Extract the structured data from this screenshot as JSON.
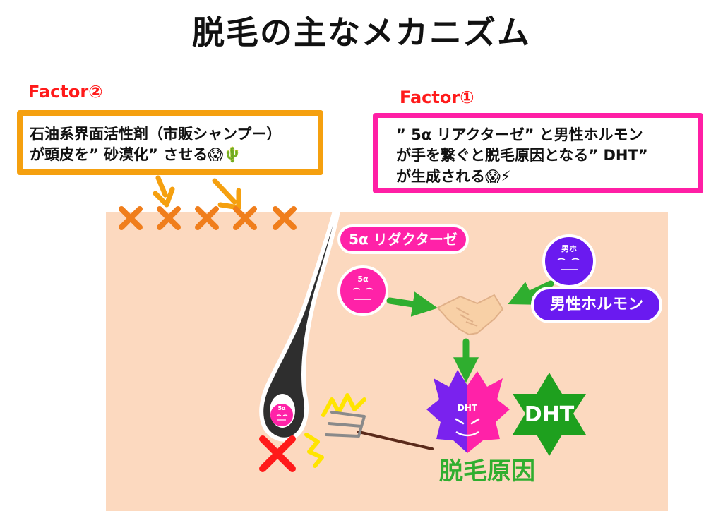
{
  "title": "脱毛の主なメカニズム",
  "factor2": {
    "label": "Factor②",
    "line1": "石油系界面活性剤（市販シャンプー）",
    "line2": "が頭皮を” 砂漠化” させる😱🌵"
  },
  "factor1": {
    "label": "Factor①",
    "line1": "” 5α リアクターゼ” と男性ホルモン",
    "line2": "が手を繋ぐと脱毛原因となる” DHT”",
    "line3": "が生成される😱⚡"
  },
  "enzyme_label": "5α リダクターゼ",
  "enzyme_ball": "5α",
  "hormone_label": "男性ホルモン",
  "hormone_ball": "男ホ",
  "dht_face": "DHT",
  "dht_star": "DHT",
  "follicle_ball": "5α",
  "result_label": "脱毛原因",
  "colors": {
    "orange": "#f5a00f",
    "pink": "#ff1fa5",
    "purple": "#6a1af0",
    "green": "#2fae2f",
    "skin": "#fcd9bf",
    "red": "#ff1a1a"
  }
}
